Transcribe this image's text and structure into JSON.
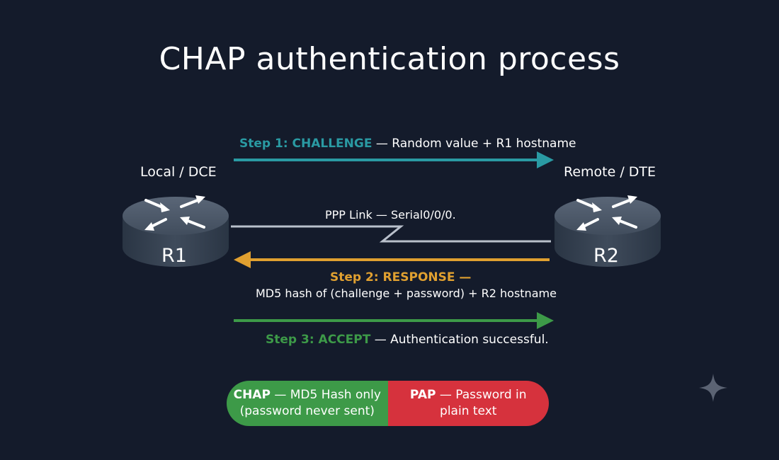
{
  "title": "CHAP authentication process",
  "routers": {
    "local": {
      "label": "Local / DCE",
      "name": "R1"
    },
    "remote": {
      "label": "Remote / DTE",
      "name": "R2"
    }
  },
  "link": {
    "label": "PPP Link — Serial0/0/0."
  },
  "steps": [
    {
      "title": "Step 1: CHALLENGE",
      "text": " — Random value + R1 hostname",
      "color": "#2a9aa3",
      "direction": "R1→R2"
    },
    {
      "title": "Step 2: RESPONSE —",
      "text": "MD5 hash of (challenge + password) + R2 hostname",
      "color": "#e0a030",
      "direction": "R2→R1"
    },
    {
      "title": "Step 3: ACCEPT",
      "text": " — Authentication successful.",
      "color": "#3d9a48",
      "direction": "R1→R2"
    }
  ],
  "comparison": {
    "chap": {
      "title": "CHAP",
      "line1": " — MD5 Hash only",
      "line2": "(password never sent)",
      "color": "#3d9a48"
    },
    "pap": {
      "title": "PAP",
      "line1": " — Password in",
      "line2": "plain text",
      "color": "#d6323d"
    }
  }
}
